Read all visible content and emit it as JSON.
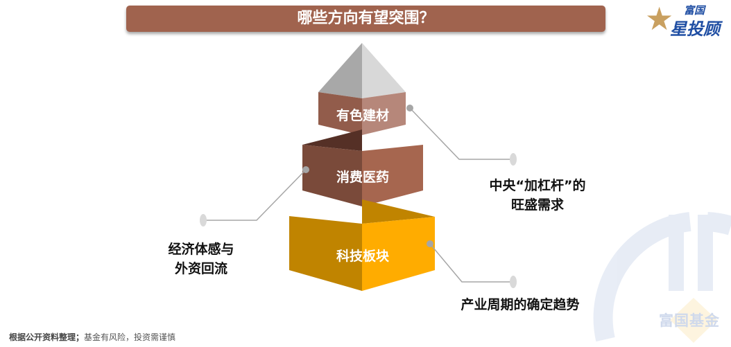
{
  "title": "哪些方向有望突围？",
  "logo": {
    "line1": "富国",
    "line2": "星投顾"
  },
  "pyramid": {
    "levels": [
      {
        "label": "有色建材",
        "color_left": "#925c4b",
        "color_right": "#b6877a"
      },
      {
        "label": "消费医药",
        "color_left": "#7a4a3a",
        "color_right": "#a6664f"
      },
      {
        "label": "科技板块",
        "color_left": "#c08400",
        "color_right": "#ffac00"
      }
    ]
  },
  "callouts": [
    {
      "line1": "中央“加杠杆”的",
      "line2": "旺盛需求"
    },
    {
      "line1": "经济体感与",
      "line2": "外资回流"
    },
    {
      "line1": "产业周期的确定趋势"
    }
  ],
  "footer": {
    "source": "根据公开资料整理；",
    "risk": "基金有风险，投资需谨慎"
  },
  "watermark": "富国基金"
}
